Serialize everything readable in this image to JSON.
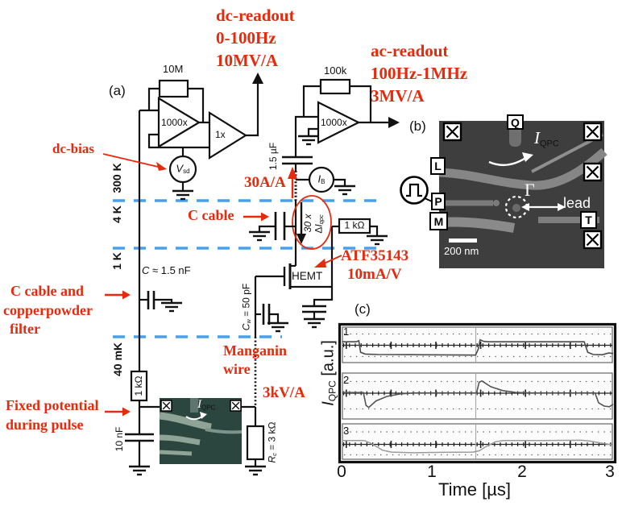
{
  "colors": {
    "annotation_red": "#e8290c",
    "cryo_blue": "#4aa0e8",
    "trace_dark": "#4a4a4a",
    "trace_light": "#9a9a9a",
    "sem_background": "#3e3e3e",
    "inset_background": "#2b453f"
  },
  "headers": {
    "dc": [
      "dc-readout",
      "0-100Hz",
      "10MV/A"
    ],
    "ac": [
      "ac-readout",
      "100Hz-1MHz",
      "3MV/A"
    ]
  },
  "annotations": {
    "dc_bias": "dc-bias",
    "c_cable": "C cable",
    "gain_current": "30A/A",
    "filter": [
      "C cable and",
      "copperpowder",
      "filter"
    ],
    "fixed_potential": [
      "Fixed potential",
      "during pulse"
    ],
    "manganin": [
      "Manganin",
      "wire"
    ],
    "gain_voltage": "3kV/A",
    "transistor": [
      "ATF35143",
      "10mA/V"
    ],
    "transformer_gain": "30 x",
    "transformer_signal": {
      "delta": "Δ",
      "main": "I",
      "sub": "qpc"
    }
  },
  "circuit": {
    "panel_label": "(a)",
    "r_fb_dc": "10M",
    "amp_gain_dc": "1000x",
    "amp_buffer": "1x",
    "r_fb_ac": "100k",
    "amp_gain_ac": "1000x",
    "vsd": {
      "main": "V",
      "sub": "sd"
    },
    "ib": {
      "main": "I",
      "sub": "B"
    },
    "cap_coupling": "1.5 µF",
    "r_load": "1 kΩ",
    "hemt": "HEMT",
    "cap_wire": {
      "main": "C",
      "sub": "w",
      "rest": " = 50 pF"
    },
    "cap_filter": {
      "main": "C",
      "rest": " ≈ 1.5 nF"
    },
    "r_series": "1 kΩ",
    "cap_sample": "10 nF",
    "r_cold": {
      "main": "R",
      "sub": "c",
      "rest": " = 3 kΩ"
    },
    "inset_current": {
      "main": "I",
      "sub": "QPC"
    },
    "temperatures": [
      "300 K",
      "4 K",
      "1 K",
      "40 mK"
    ]
  },
  "panel_b": {
    "label": "(b)",
    "gates": [
      "Q",
      "L",
      "P",
      "M",
      "T"
    ],
    "current": {
      "main": "I",
      "sub": "QPC"
    },
    "gamma": "Γ",
    "lead": "lead",
    "scalebar": "200 nm"
  },
  "panel_c": {
    "label": "(c)",
    "xticks": [
      "0",
      "1",
      "2",
      "3"
    ],
    "xlabel": "Time [µs]",
    "ylabel": {
      "main": "I",
      "sub": "QPC",
      "rest": " [a.u.]"
    }
  },
  "chart_data": {
    "type": "line",
    "title": "",
    "xlabel": "Time [µs]",
    "ylabel": "I_QPC [a.u.]",
    "xlim": [
      0,
      3
    ],
    "xticks": [
      0,
      1,
      2,
      3
    ],
    "marker_time_us": 1.5,
    "grid": "dotted rows and ticked center graticule per sub-panel",
    "legend_position": "panel labels top-left",
    "series": [
      {
        "name": "1",
        "points": [
          [
            0.005,
            0.27
          ],
          [
            0.16,
            0.27
          ],
          [
            0.19,
            0.35
          ],
          [
            0.21,
            -0.55
          ],
          [
            0.26,
            -0.68
          ],
          [
            0.4,
            -0.72
          ],
          [
            0.9,
            -0.74
          ],
          [
            1.48,
            -0.76
          ],
          [
            1.51,
            -0.3
          ],
          [
            1.53,
            0.42
          ],
          [
            1.57,
            0.3
          ],
          [
            1.62,
            0.27
          ],
          [
            2.68,
            0.27
          ],
          [
            2.72,
            -0.55
          ],
          [
            2.78,
            -0.72
          ],
          [
            2.88,
            -0.74
          ],
          [
            2.95,
            -0.6
          ],
          [
            3,
            -0.64
          ]
        ]
      },
      {
        "name": "2",
        "points": [
          [
            0.005,
            0.05
          ],
          [
            0.24,
            0.05
          ],
          [
            0.27,
            -0.95
          ],
          [
            0.3,
            -1.1
          ],
          [
            0.38,
            -0.6
          ],
          [
            0.5,
            -0.25
          ],
          [
            0.65,
            -0.05
          ],
          [
            0.8,
            0.02
          ],
          [
            1.49,
            0.02
          ],
          [
            1.52,
            0.85
          ],
          [
            1.55,
            0.95
          ],
          [
            1.65,
            0.5
          ],
          [
            1.78,
            0.2
          ],
          [
            1.92,
            0.06
          ],
          [
            2.1,
            0.02
          ],
          [
            2.8,
            0.02
          ],
          [
            2.84,
            -0.75
          ],
          [
            2.9,
            -1.0
          ],
          [
            2.96,
            -1.05
          ],
          [
            3,
            -0.85
          ]
        ]
      },
      {
        "name": "3",
        "points": [
          [
            0.005,
            0.3
          ],
          [
            0.25,
            0.3
          ],
          [
            0.32,
            0.1
          ],
          [
            0.45,
            -0.45
          ],
          [
            0.55,
            -0.6
          ],
          [
            0.8,
            -0.65
          ],
          [
            1.1,
            -0.62
          ],
          [
            1.45,
            -0.6
          ],
          [
            1.52,
            -0.5
          ],
          [
            1.6,
            -0.15
          ],
          [
            1.7,
            0.2
          ],
          [
            1.78,
            0.3
          ],
          [
            2.2,
            0.3
          ],
          [
            2.65,
            0.32
          ],
          [
            2.75,
            0.25
          ],
          [
            2.85,
            0.12
          ],
          [
            3,
            -0.05
          ]
        ]
      }
    ]
  }
}
